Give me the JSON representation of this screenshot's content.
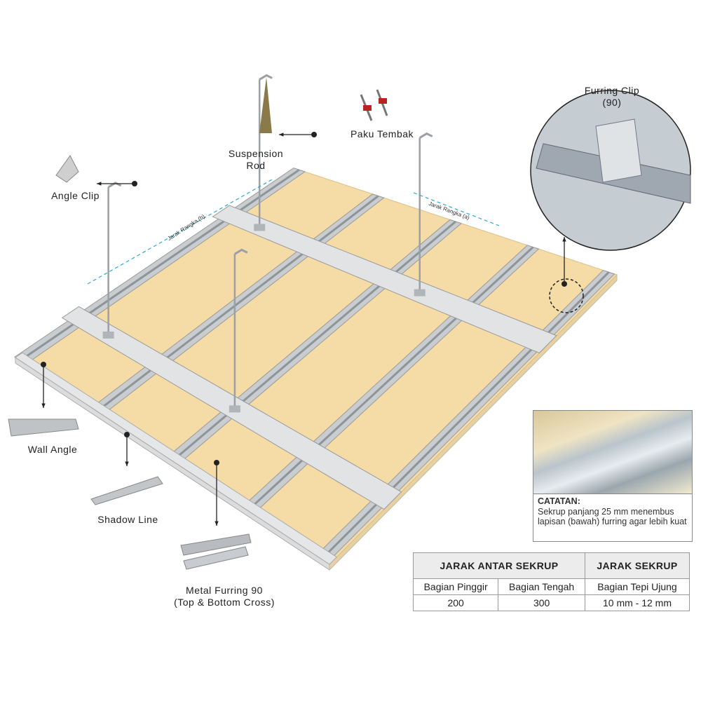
{
  "labels": {
    "furring_clip": "Furring Clip",
    "furring_clip_sub": "(90)",
    "paku_tembak": "Paku Tembak",
    "suspension_rod": "Suspension",
    "suspension_rod_sub": "Rod",
    "angle_clip": "Angle Clip",
    "wall_angle": "Wall Angle",
    "shadow_line": "Shadow Line",
    "metal_furring": "Metal Furring 90",
    "metal_furring_sub": "(Top & Bottom Cross)",
    "jarak_b": "Jarak Rangka (b)",
    "jarak_a": "Jarak Rangka (a)"
  },
  "note": {
    "title": "CATATAN:",
    "text": "Sekrup panjang 25 mm menembus lapisan (bawah) furring agar lebih kuat"
  },
  "table": {
    "headers": [
      "JARAK ANTAR SEKRUP",
      "JARAK SEKRUP"
    ],
    "subheaders": [
      "Bagian Pinggir",
      "Bagian Tengah",
      "Bagian Tepi Ujung"
    ],
    "values": [
      "200",
      "300",
      "10 mm - 12 mm"
    ]
  },
  "colors": {
    "board": "#f5dca6",
    "metal": "#c9cdd0",
    "dim": "#2aa8d8"
  }
}
